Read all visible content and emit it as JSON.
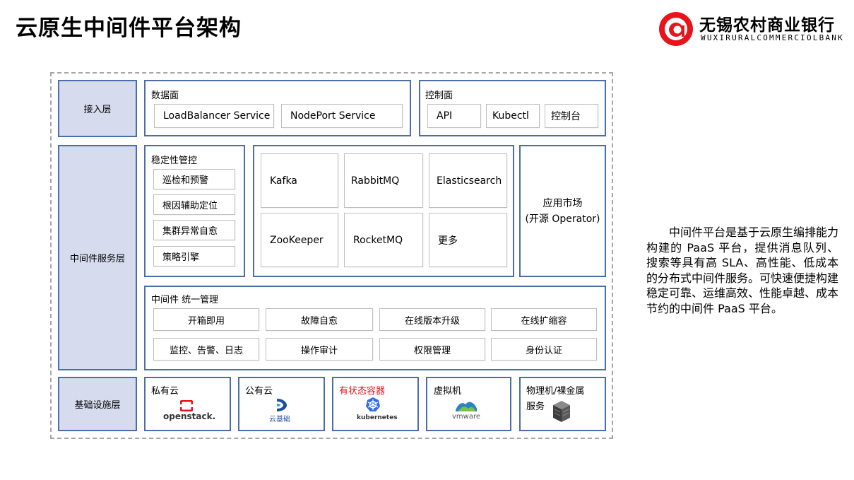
{
  "page": {
    "title": "云原生中间件平台架构"
  },
  "logo": {
    "cn_name": "无锡农村商业银行",
    "en_name": "WUXIRURALCOMMERCIOLBANK",
    "mark_icon": "wrcb-logo-icon",
    "brand_color": "#e8141b"
  },
  "layers": {
    "access": "接入层",
    "middleware": "中间件服务层",
    "infra": "基础设施层"
  },
  "data_plane": {
    "label": "数据面",
    "items": [
      "LoadBalancer Service",
      "NodePort Service"
    ]
  },
  "control_plane": {
    "label": "控制面",
    "items": [
      "API",
      "Kubectl",
      "控制台"
    ]
  },
  "stability": {
    "label": "稳定性管控",
    "items": [
      "巡检和预警",
      "根因辅助定位",
      "集群异常自愈",
      "策略引擎"
    ]
  },
  "middleware_products": [
    "Kafka",
    "RabbitMQ",
    "Elasticsearch",
    "ZooKeeper",
    "RocketMQ",
    "更多"
  ],
  "app_market": {
    "line1": "应用市场",
    "line2": "(开源 Operator)"
  },
  "unified_mgmt": {
    "label": "中间件 统一管理",
    "items": [
      "开箱即用",
      "故障自愈",
      "在线版本升级",
      "在线扩缩容",
      "监控、告警、日志",
      "操作审计",
      "权限管理",
      "身份认证"
    ]
  },
  "infra_items": [
    {
      "label": "私有云",
      "logo_text": "openstack.",
      "icon": "openstack-icon"
    },
    {
      "label": "公有云",
      "logo_text": "云基础",
      "icon": "cloud-base-icon"
    },
    {
      "label": "有状态容器",
      "logo_text": "kubernetes",
      "icon": "kubernetes-icon",
      "highlight_color": "#e8141b"
    },
    {
      "label": "虚拟机",
      "logo_text": "vmware",
      "icon": "vmware-icon"
    },
    {
      "label_line1": "物理机/裸金属",
      "label_line2": "服务",
      "icon": "server-icon"
    }
  ],
  "description": "中间件平台是基于云原生编排能力构建的 PaaS 平台，提供消息队列、搜索等具有高 SLA、高性能、低成本的分布式中间件服务。可快速便捷构建稳定可靠、运维高效、性能卓越、成本节约的中间件 PaaS 平台。",
  "colors": {
    "layer_fill": "#d6dcee",
    "border_blue": "#4a6ea5",
    "item_border": "#bfbfbf",
    "frame_dash": "#a6a6a6"
  }
}
